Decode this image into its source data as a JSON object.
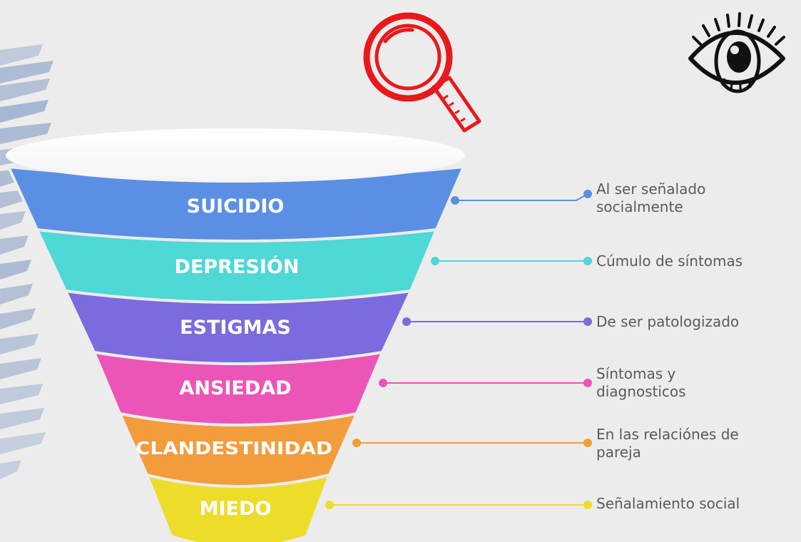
{
  "funnel": {
    "levels": [
      {
        "label": "SUICIDIO",
        "color": "#5b8fe3",
        "description": [
          "Al ser señalado",
          "socialmente"
        ]
      },
      {
        "label": "DEPRESIÓN",
        "color": "#4ed8d6",
        "description": [
          "Cúmulo de síntomas"
        ]
      },
      {
        "label": "ESTIGMAS",
        "color": "#7a6bdf",
        "description": [
          "De ser patologizado"
        ]
      },
      {
        "label": "ANSIEDAD",
        "color": "#ec55b7",
        "description": [
          "Síntomas y",
          "diagnosticos"
        ]
      },
      {
        "label": "CLANDESTINIDAD",
        "color": "#f39c3c",
        "description": [
          "En las relaciónes de",
          "pareja"
        ]
      },
      {
        "label": "MIEDO",
        "color": "#eddd2a",
        "description": [
          "Señalamiento social"
        ]
      }
    ]
  },
  "decorations": {
    "magnifier_icon": "magnifying-glass-icon",
    "magnifier_color": "#e8191c",
    "eye_icon": "eye-icon",
    "eye_color": "#111111",
    "brush_color": "#6e8cbb"
  }
}
